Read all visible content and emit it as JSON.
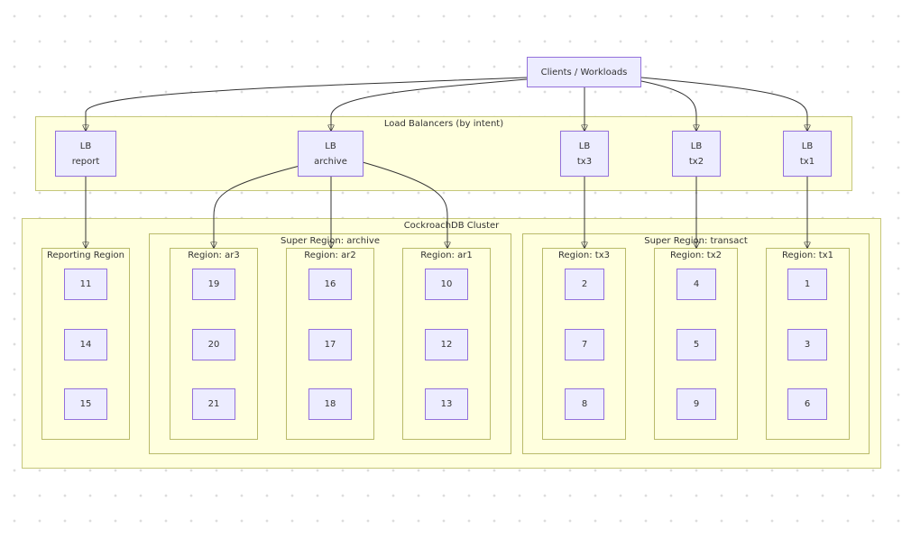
{
  "clients": {
    "label": "Clients / Workloads"
  },
  "load_balancers": {
    "title": "Load Balancers (by intent)",
    "items": [
      {
        "line1": "LB",
        "line2": "report"
      },
      {
        "line1": "LB",
        "line2": "archive"
      },
      {
        "line1": "LB",
        "line2": "tx3"
      },
      {
        "line1": "LB",
        "line2": "tx2"
      },
      {
        "line1": "LB",
        "line2": "tx1"
      }
    ]
  },
  "cluster": {
    "title": "CockroachDB Cluster",
    "reporting_region": {
      "title": "Reporting Region",
      "nodes": [
        "11",
        "14",
        "15"
      ]
    },
    "archive": {
      "title": "Super Region: archive",
      "regions": [
        {
          "title": "Region: ar3",
          "nodes": [
            "19",
            "20",
            "21"
          ]
        },
        {
          "title": "Region: ar2",
          "nodes": [
            "16",
            "17",
            "18"
          ]
        },
        {
          "title": "Region: ar1",
          "nodes": [
            "10",
            "12",
            "13"
          ]
        }
      ]
    },
    "transact": {
      "title": "Super Region: transact",
      "regions": [
        {
          "title": "Region: tx3",
          "nodes": [
            "2",
            "7",
            "8"
          ]
        },
        {
          "title": "Region: tx2",
          "nodes": [
            "4",
            "5",
            "9"
          ]
        },
        {
          "title": "Region: tx1",
          "nodes": [
            "1",
            "3",
            "6"
          ]
        }
      ]
    }
  }
}
